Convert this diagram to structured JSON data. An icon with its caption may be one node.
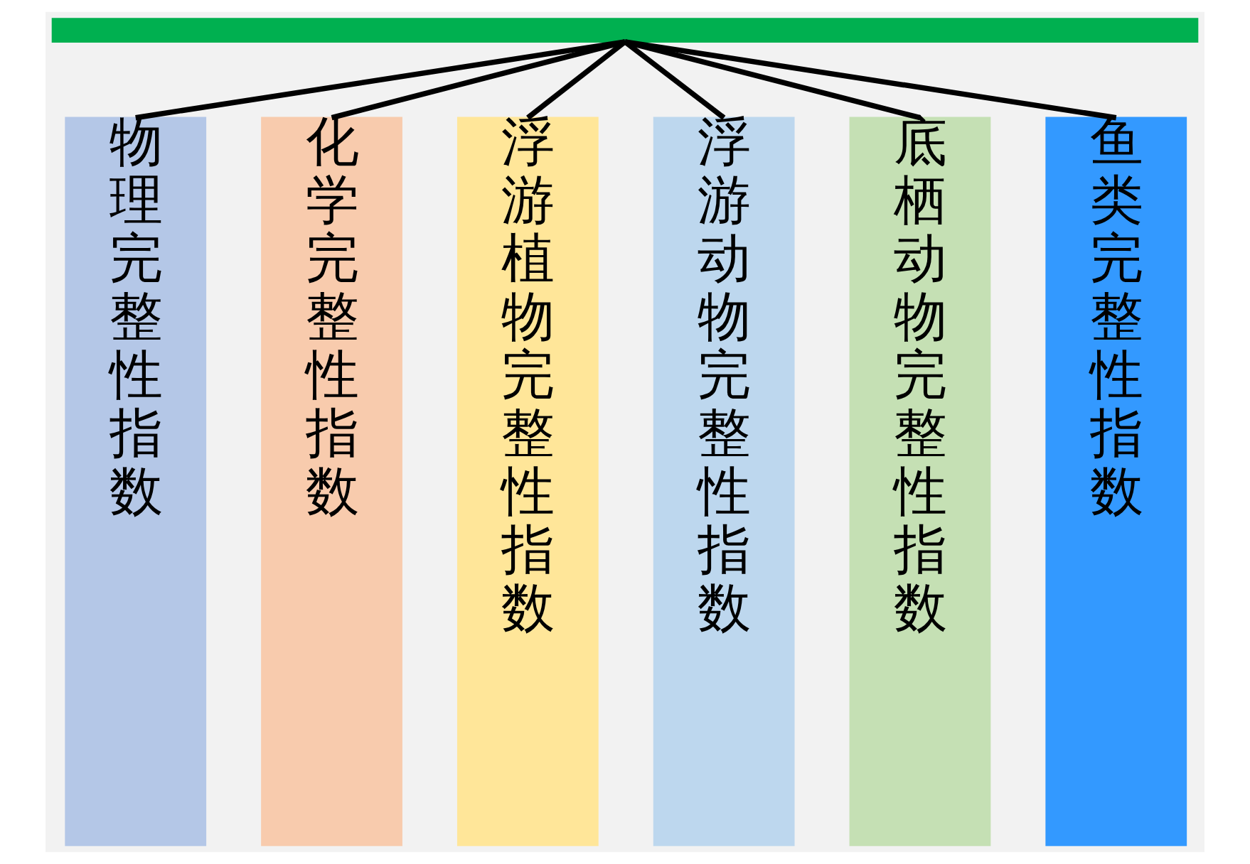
{
  "diagram": {
    "nodes": [
      {
        "text": [],
        "shape": "bar"
      },
      {
        "text": [
          "物理完整性指数"
        ]
      },
      {
        "text": [
          "化学完整性指数"
        ]
      },
      {
        "text": [
          "浮游植物完整性指数"
        ]
      },
      {
        "text": [
          "浮游动物完整性指数"
        ]
      },
      {
        "text": [
          "底栖动物完整性指数"
        ]
      },
      {
        "text": [
          "鱼类完整性指数"
        ]
      }
    ],
    "edges": [
      {
        "from": 0,
        "to": 1,
        "arrow": "none"
      },
      {
        "from": 0,
        "to": 2,
        "arrow": "none"
      },
      {
        "from": 0,
        "to": 3,
        "arrow": "none"
      },
      {
        "from": 0,
        "to": 4,
        "arrow": "none"
      },
      {
        "from": 0,
        "to": 5,
        "arrow": "none"
      },
      {
        "from": 0,
        "to": 6,
        "arrow": "none"
      }
    ]
  }
}
